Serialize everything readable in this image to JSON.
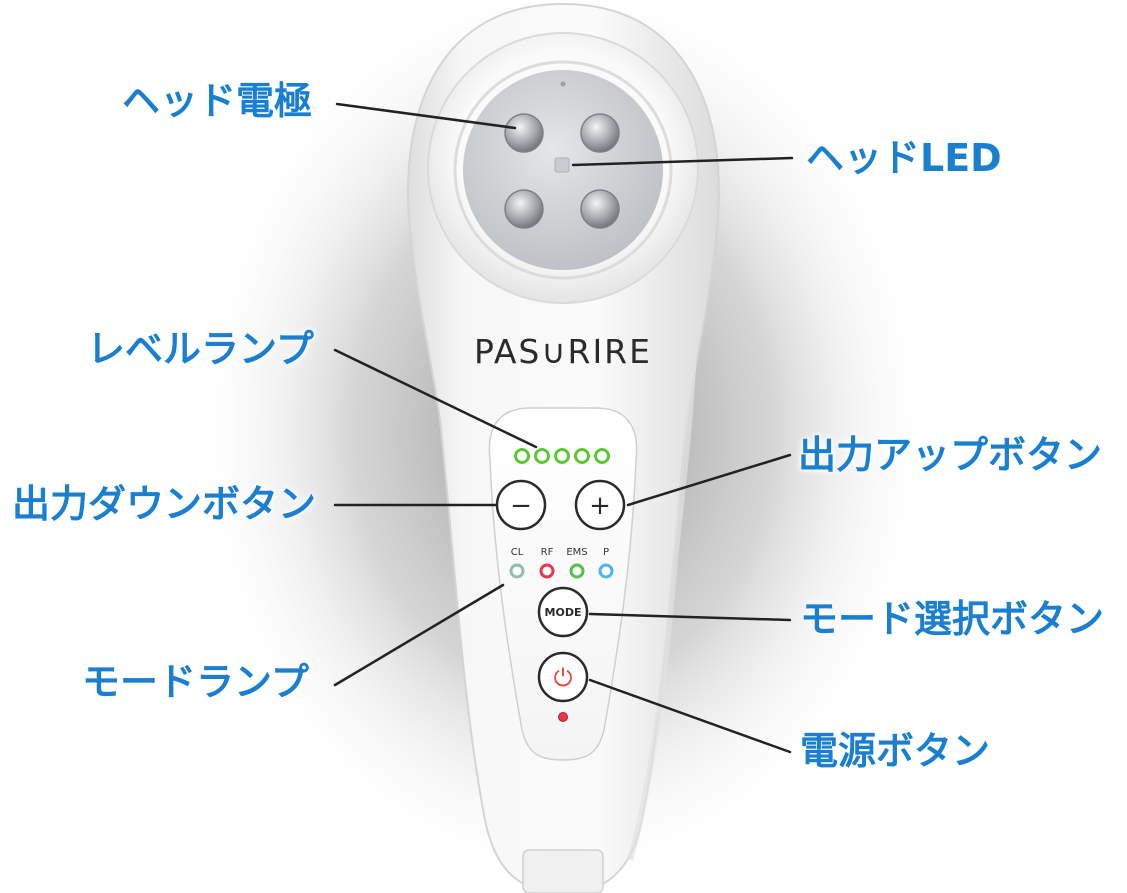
{
  "device": {
    "brand": "PAS∪RIRE",
    "mode_labels": [
      "CL",
      "RF",
      "EMS",
      "P"
    ],
    "mode_lamp_colors": [
      "#8fc0a8",
      "#e8364a",
      "#4fc24a",
      "#4fb4e8"
    ],
    "level_lamp_color": "#5ec832",
    "level_lamp_count": 5,
    "minus_symbol": "−",
    "plus_symbol": "+",
    "mode_button_label": "MODE",
    "power_symbol": "⏻",
    "power_color": "#e84a3a",
    "power_indicator_color": "#e8364a"
  },
  "callouts": {
    "head_electrode": "ヘッド電極",
    "head_led": "ヘッドLED",
    "level_lamp": "レベルランプ",
    "output_up_button": "出力アップボタン",
    "output_down_button": "出力ダウンボタン",
    "mode_select_button": "モード選択ボタン",
    "mode_lamp": "モードランプ",
    "power_button": "電源ボタン"
  },
  "colors": {
    "label": "#1a7fd0",
    "leader_line": "#222222",
    "body": "#f6f6f6"
  }
}
